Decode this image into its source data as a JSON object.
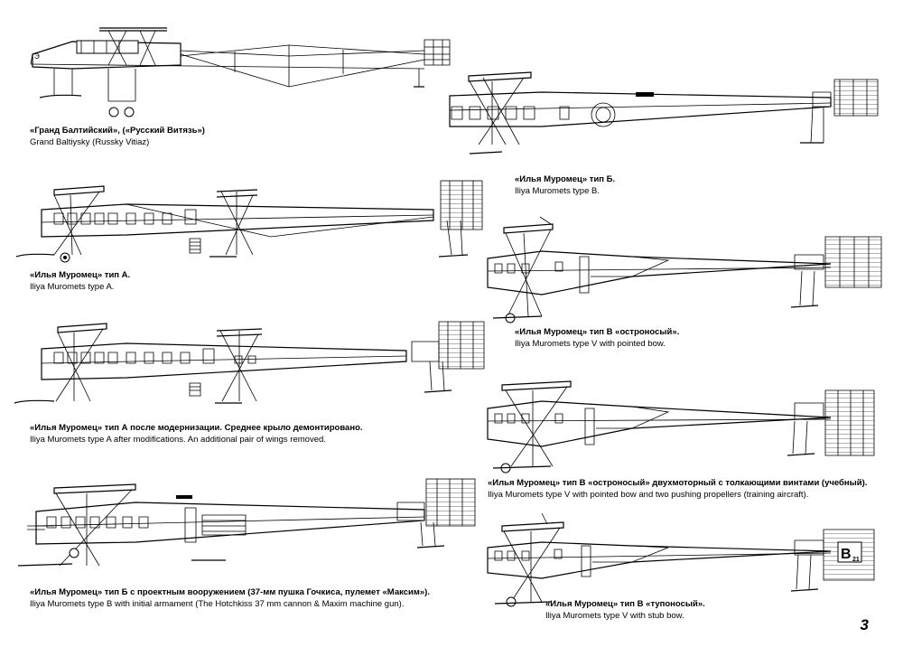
{
  "page_number": "3",
  "captions": [
    {
      "id": "grand",
      "ru": "«Гранд Балтийский», («Русский Витязь»)",
      "en": "Grand Baltiysky (Russky Vitiaz)"
    },
    {
      "id": "typeB",
      "ru": "«Илья Муромец» тип Б.",
      "en": "Iliya Muromets type B."
    },
    {
      "id": "typeA",
      "ru": "«Илья Муромец» тип А.",
      "en": "Iliya Muromets type A."
    },
    {
      "id": "typeV-pointed",
      "ru": "«Илья Муромец» тип В «остроносый».",
      "en": "Iliya Muromets type V with pointed bow."
    },
    {
      "id": "typeA-mod",
      "ru": "«Илья Муромец» тип А после модернизации. Среднее крыло демонтировано.",
      "en": "Iliya Muromets type A after modifications. An additional pair of wings removed."
    },
    {
      "id": "typeV-pusher",
      "ru": "«Илья Муромец» тип В «остроносый» двухмоторный с толкающими винтами (учебный).",
      "en": "Iliya Muromets type V with pointed bow and two pushing propellers (training aircraft)."
    },
    {
      "id": "typeB-armed",
      "ru": "«Илья Муромец» тип Б с проектным вооружением (37-мм пушка Гочкиса, пулемет «Максим»).",
      "en": "Iliya Muromets type B with initial armament (The Hotchkiss 37 mm cannon & Maxim machine gun)."
    },
    {
      "id": "typeV-stub",
      "ru": "«Илья Муромец» тип В «тупоносый».",
      "en": "Iliya Muromets type V with stub bow."
    }
  ],
  "markings": {
    "grand_bow_mark": "Э",
    "typeV_stub_letter": "В",
    "typeV_stub_number": "21"
  }
}
